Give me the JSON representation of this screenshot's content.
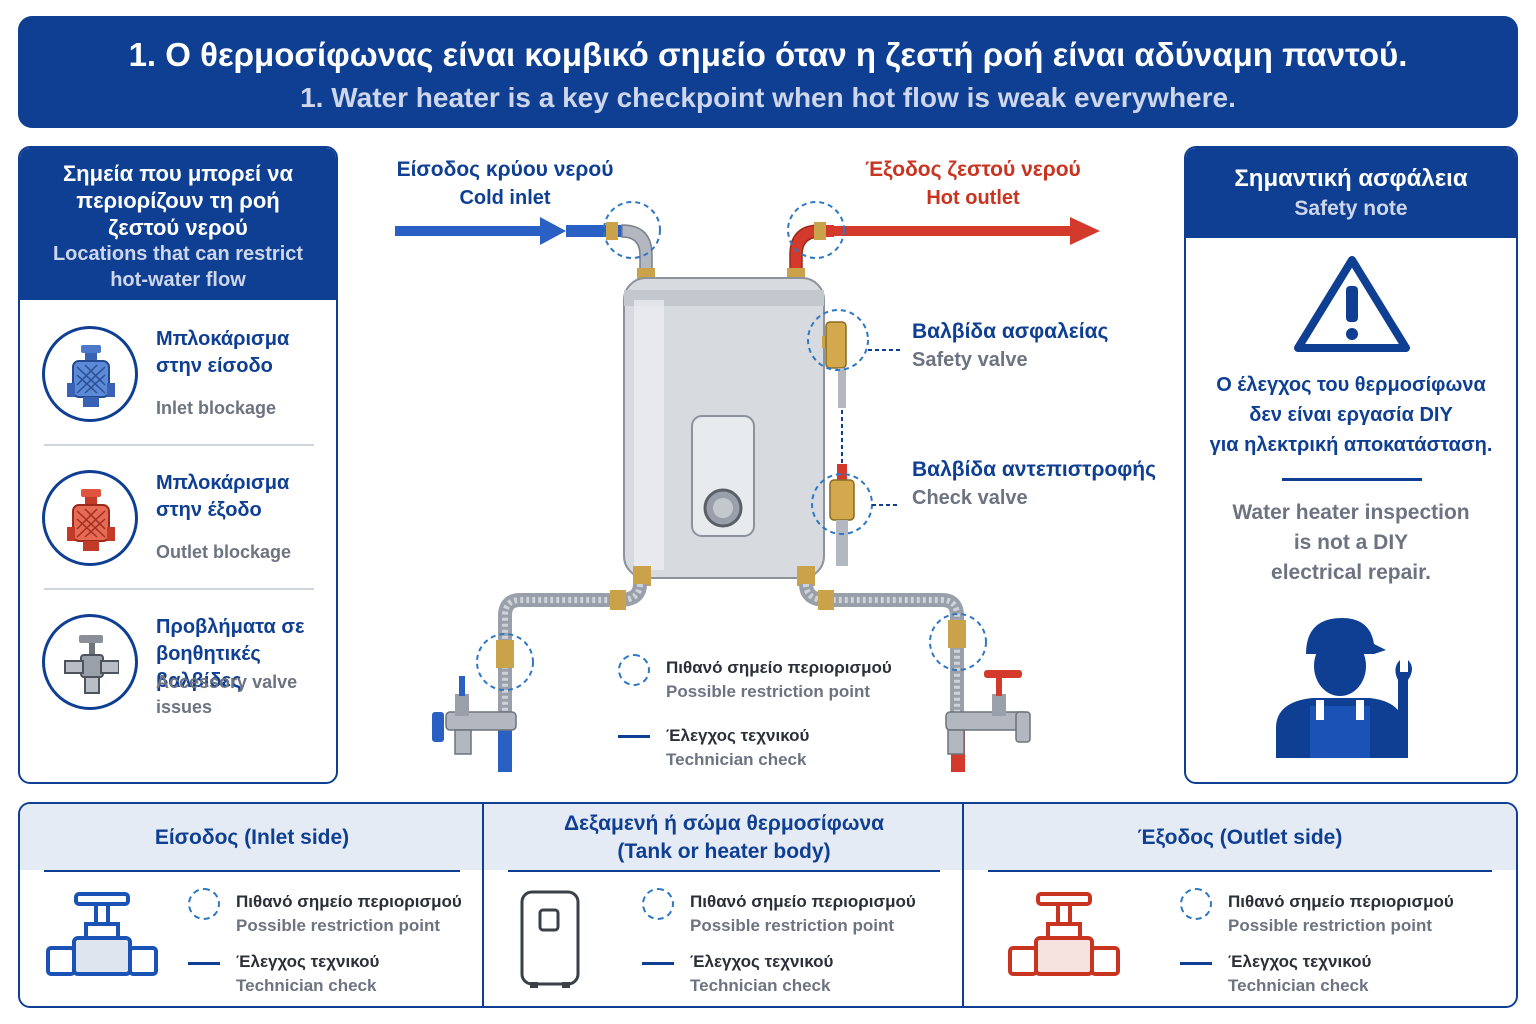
{
  "header": {
    "title_greek": "1. Ο θερμοσίφωνας είναι κομβικό σημείο όταν η ζεστή ροή είναι αδύναμη παντού.",
    "title_english": "1. Water heater is a key checkpoint when hot flow is weak everywhere."
  },
  "left_panel": {
    "title_greek": "Σημεία που μπορεί να περιορίζουν τη ροή ζεστού νερού",
    "title_english": "Locations that can restrict hot-water flow",
    "items": [
      {
        "greek": "Μπλοκάρισμα στην είσοδο",
        "english": "Inlet blockage",
        "icon": "blue-filter-valve-icon"
      },
      {
        "greek": "Μπλοκάρισμα στην έξοδο",
        "english": "Outlet blockage",
        "icon": "red-filter-valve-icon"
      },
      {
        "greek": "Προβλήματα σε βοηθητικές βαλβίδες",
        "english": "Accessory valve issues",
        "icon": "accessory-valve-icon"
      }
    ]
  },
  "diagram": {
    "cold_inlet_greek": "Είσοδος κρύου νερού",
    "cold_inlet_english": "Cold inlet",
    "hot_outlet_greek": "Έξοδος ζεστού νερού",
    "hot_outlet_english": "Hot outlet",
    "safety_valve_greek": "Βαλβίδα ασφαλείας",
    "safety_valve_english": "Safety valve",
    "check_valve_greek": "Βαλβίδα αντεπιστροφής",
    "check_valve_english": "Check valve",
    "legend": {
      "restriction_greek": "Πιθανό σημείο περιορισμού",
      "restriction_english": "Possible restriction point",
      "tech_greek": "Έλεγχος τεχνικού",
      "tech_english": "Technician check"
    },
    "colors": {
      "cold": "#2a5fc4",
      "hot": "#d33a2c",
      "brand": "#0f3f93"
    }
  },
  "right_panel": {
    "title_greek": "Σημαντική ασφάλεια",
    "title_english": "Safety note",
    "warning_icon": "warning-triangle-icon",
    "note_greek_1": "Ο έλεγχος του θερμοσίφωνα",
    "note_greek_2": "δεν είναι εργασία DIY",
    "note_greek_3": "για ηλεκτρική αποκατάσταση.",
    "note_english_1": "Water heater inspection",
    "note_english_2": "is not a DIY",
    "note_english_3": "electrical repair.",
    "technician_icon": "technician-with-wrench-icon"
  },
  "bottom": {
    "columns": [
      {
        "title": "Είσοδος (Inlet side)",
        "icon": "blue-valve-icon",
        "restriction_greek": "Πιθανό σημείο περιορισμού",
        "restriction_english": "Possible restriction point",
        "tech_greek": "Έλεγχος τεχνικού",
        "tech_english": "Technician check"
      },
      {
        "title_1": "Δεξαμενή ή σώμα θερμοσίφωνα",
        "title_2": "(Tank or heater body)",
        "icon": "tank-icon",
        "restriction_greek": "Πιθανό σημείο περιορισμού",
        "restriction_english": "Possible restriction point",
        "tech_greek": "Έλεγχος τεχνικού",
        "tech_english": "Technician check"
      },
      {
        "title": "Έξοδος (Outlet side)",
        "icon": "red-valve-icon",
        "restriction_greek": "Πιθανό σημείο περιορισμού",
        "restriction_english": "Possible restriction point",
        "tech_greek": "Έλεγχος τεχνικού",
        "tech_english": "Technician check"
      }
    ]
  }
}
